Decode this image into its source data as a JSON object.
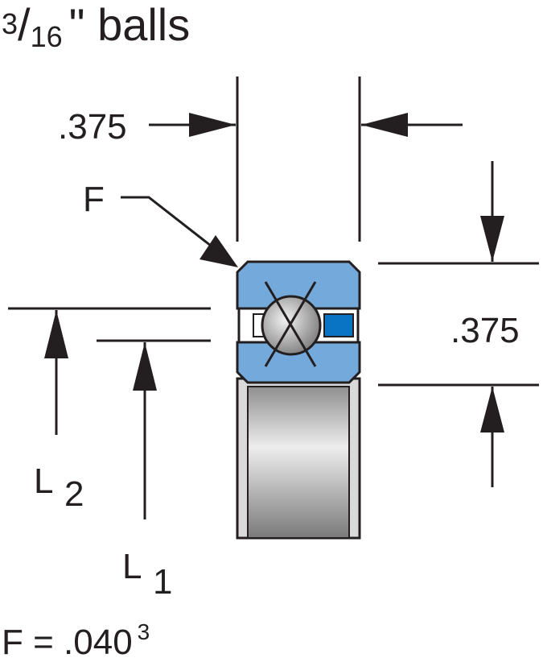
{
  "title": {
    "numerator": "3",
    "denominator": "16",
    "suffix": "\" balls"
  },
  "dimensions": {
    "width_label": ".375",
    "height_label": ".375"
  },
  "labels": {
    "f": "F",
    "l2_letter": "L",
    "l2_sub": "2",
    "l1_letter": "L",
    "l1_sub": "1"
  },
  "footnote": {
    "text": "F = .040",
    "superscript": "3"
  },
  "colors": {
    "ring_blue": "#74a9dc",
    "cage_blue": "#0a74c4",
    "outline": "#231f20"
  }
}
